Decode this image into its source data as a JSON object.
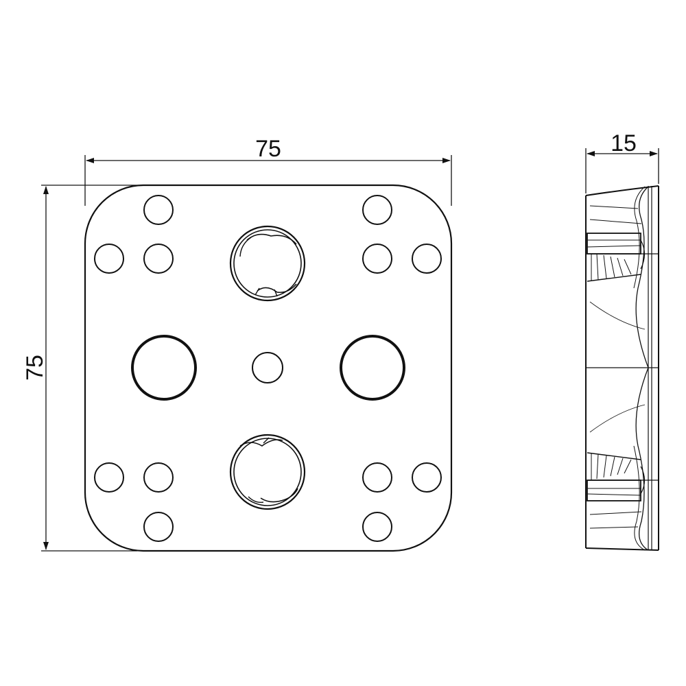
{
  "dimensions": {
    "front_width": "75",
    "front_height": "75",
    "side_depth": "15"
  },
  "colors": {
    "line": "#111111",
    "background": "#ffffff"
  }
}
